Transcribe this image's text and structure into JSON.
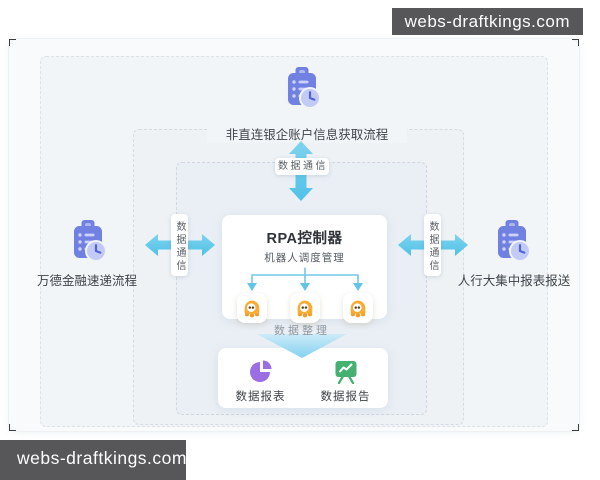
{
  "watermark": {
    "text": "webs-draftkings.com"
  },
  "diagram": {
    "external_nodes": [
      {
        "id": "top",
        "label": "非直连银企账户信息获取流程",
        "icon": "clipboard-clock-icon"
      },
      {
        "id": "left",
        "label": "万德金融速递流程",
        "icon": "clipboard-clock-icon"
      },
      {
        "id": "right",
        "label": "人行大集中报表报送",
        "icon": "clipboard-clock-icon"
      }
    ],
    "data_comm_label": "数据通信",
    "controller": {
      "title": "RPA控制器",
      "subtitle": "机器人调度管理",
      "robot_count": 3,
      "robot_icon": "robot-octopus-icon"
    },
    "processing_label": "数据整理",
    "outputs": [
      {
        "label": "数据报表",
        "icon": "pie-chart-icon",
        "color": "#9B6FE3"
      },
      {
        "label": "数据报告",
        "icon": "report-board-icon",
        "color": "#45B171"
      }
    ],
    "colors": {
      "arrow_cyan": "#58C5E9",
      "node_icon_purple": "#7181E2",
      "robot_orange": "#F8AC33",
      "watermark_bg": "#57575A"
    }
  }
}
